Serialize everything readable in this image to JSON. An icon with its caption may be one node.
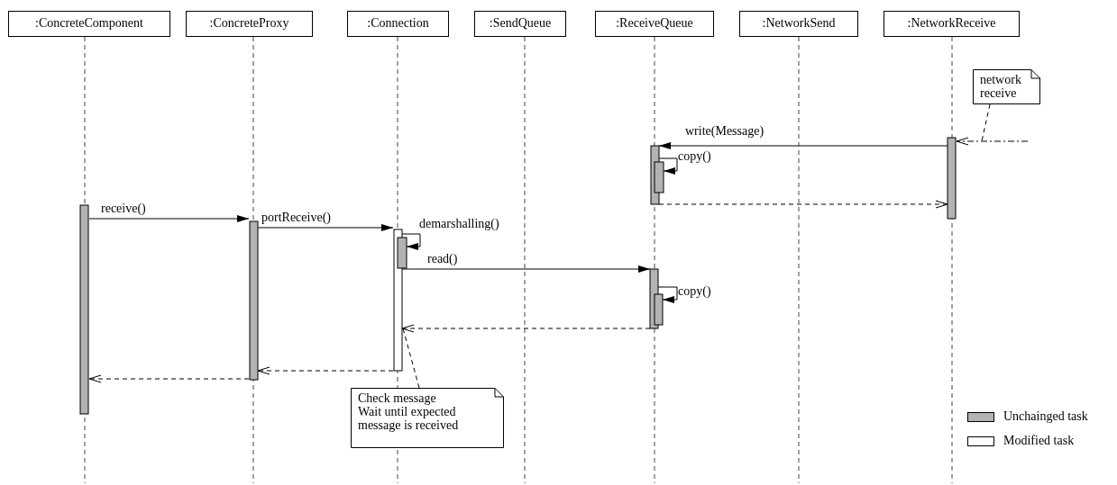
{
  "diagram": {
    "nodes": [
      {
        "text": [
          ":ConcreteComponent"
        ]
      },
      {
        "text": [
          ":ConcreteProxy"
        ]
      },
      {
        "text": [
          ":Connection"
        ]
      },
      {
        "text": [
          ":SendQueue"
        ]
      },
      {
        "text": [
          ":ReceiveQueue"
        ]
      },
      {
        "text": [
          ":NetworkSend"
        ]
      },
      {
        "text": [
          ":NetworkReceive"
        ]
      },
      {
        "text": [
          "network receive"
        ]
      },
      {
        "text": [
          "Check message",
          "Wait until expected message is received"
        ]
      }
    ],
    "edges": [
      {
        "from": null,
        "to": 6,
        "arrow": "to",
        "style": "dashed"
      },
      {
        "from": 6,
        "to": 4,
        "arrow": "to",
        "label": "write(Message)"
      },
      {
        "from": 4,
        "to": 4,
        "arrow": "to",
        "label": "copy()"
      },
      {
        "from": 4,
        "to": 6,
        "arrow": "to",
        "style": "dashed"
      },
      {
        "from": 0,
        "to": 1,
        "arrow": "to",
        "label": "receive()"
      },
      {
        "from": 1,
        "to": 2,
        "arrow": "to",
        "label": "portReceive()"
      },
      {
        "from": 2,
        "to": 2,
        "arrow": "to",
        "label": "demarshalling()"
      },
      {
        "from": 2,
        "to": 4,
        "arrow": "to",
        "label": "read()"
      },
      {
        "from": 4,
        "to": 4,
        "arrow": "to",
        "label": "copy()"
      },
      {
        "from": 4,
        "to": 2,
        "arrow": "to",
        "style": "dashed"
      },
      {
        "from": 2,
        "to": 1,
        "arrow": "to",
        "style": "dashed"
      },
      {
        "from": 1,
        "to": 0,
        "arrow": "to",
        "style": "dashed"
      },
      {
        "from": 7,
        "to": 6,
        "arrow": "none",
        "style": "dashed"
      },
      {
        "from": 8,
        "to": 2,
        "arrow": "none",
        "style": "dashed"
      }
    ],
    "legend": [
      {
        "text": "Unchainged task",
        "color": "#b3b3b3"
      },
      {
        "text": "Modified task",
        "color": "#ffffff"
      }
    ]
  }
}
